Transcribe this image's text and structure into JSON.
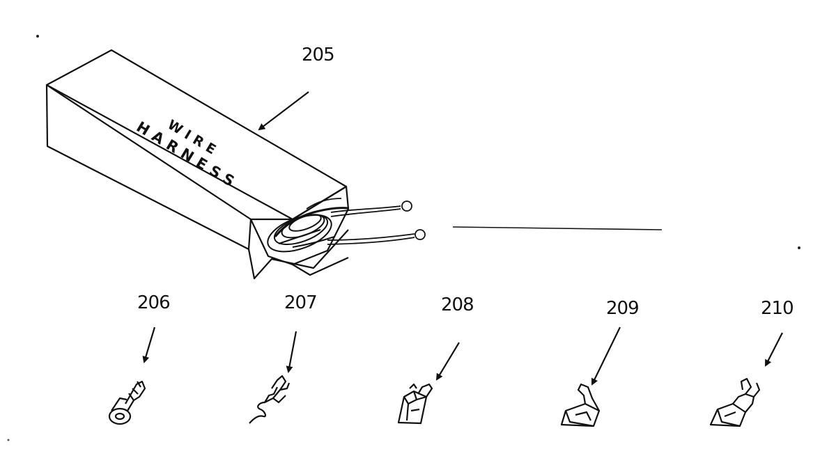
{
  "box": {
    "line1": "WIRE",
    "line2": "HARNESS"
  },
  "callouts": [
    {
      "label": "205",
      "target": "wire harness box"
    },
    {
      "label": "206",
      "target": "ring terminal"
    },
    {
      "label": "207",
      "target": "hook terminal"
    },
    {
      "label": "208",
      "target": "female spade connector"
    },
    {
      "label": "209",
      "target": "female spade connector"
    },
    {
      "label": "210",
      "target": "female spade connector"
    }
  ],
  "colors": {
    "line": "#111111",
    "background": "#ffffff"
  }
}
